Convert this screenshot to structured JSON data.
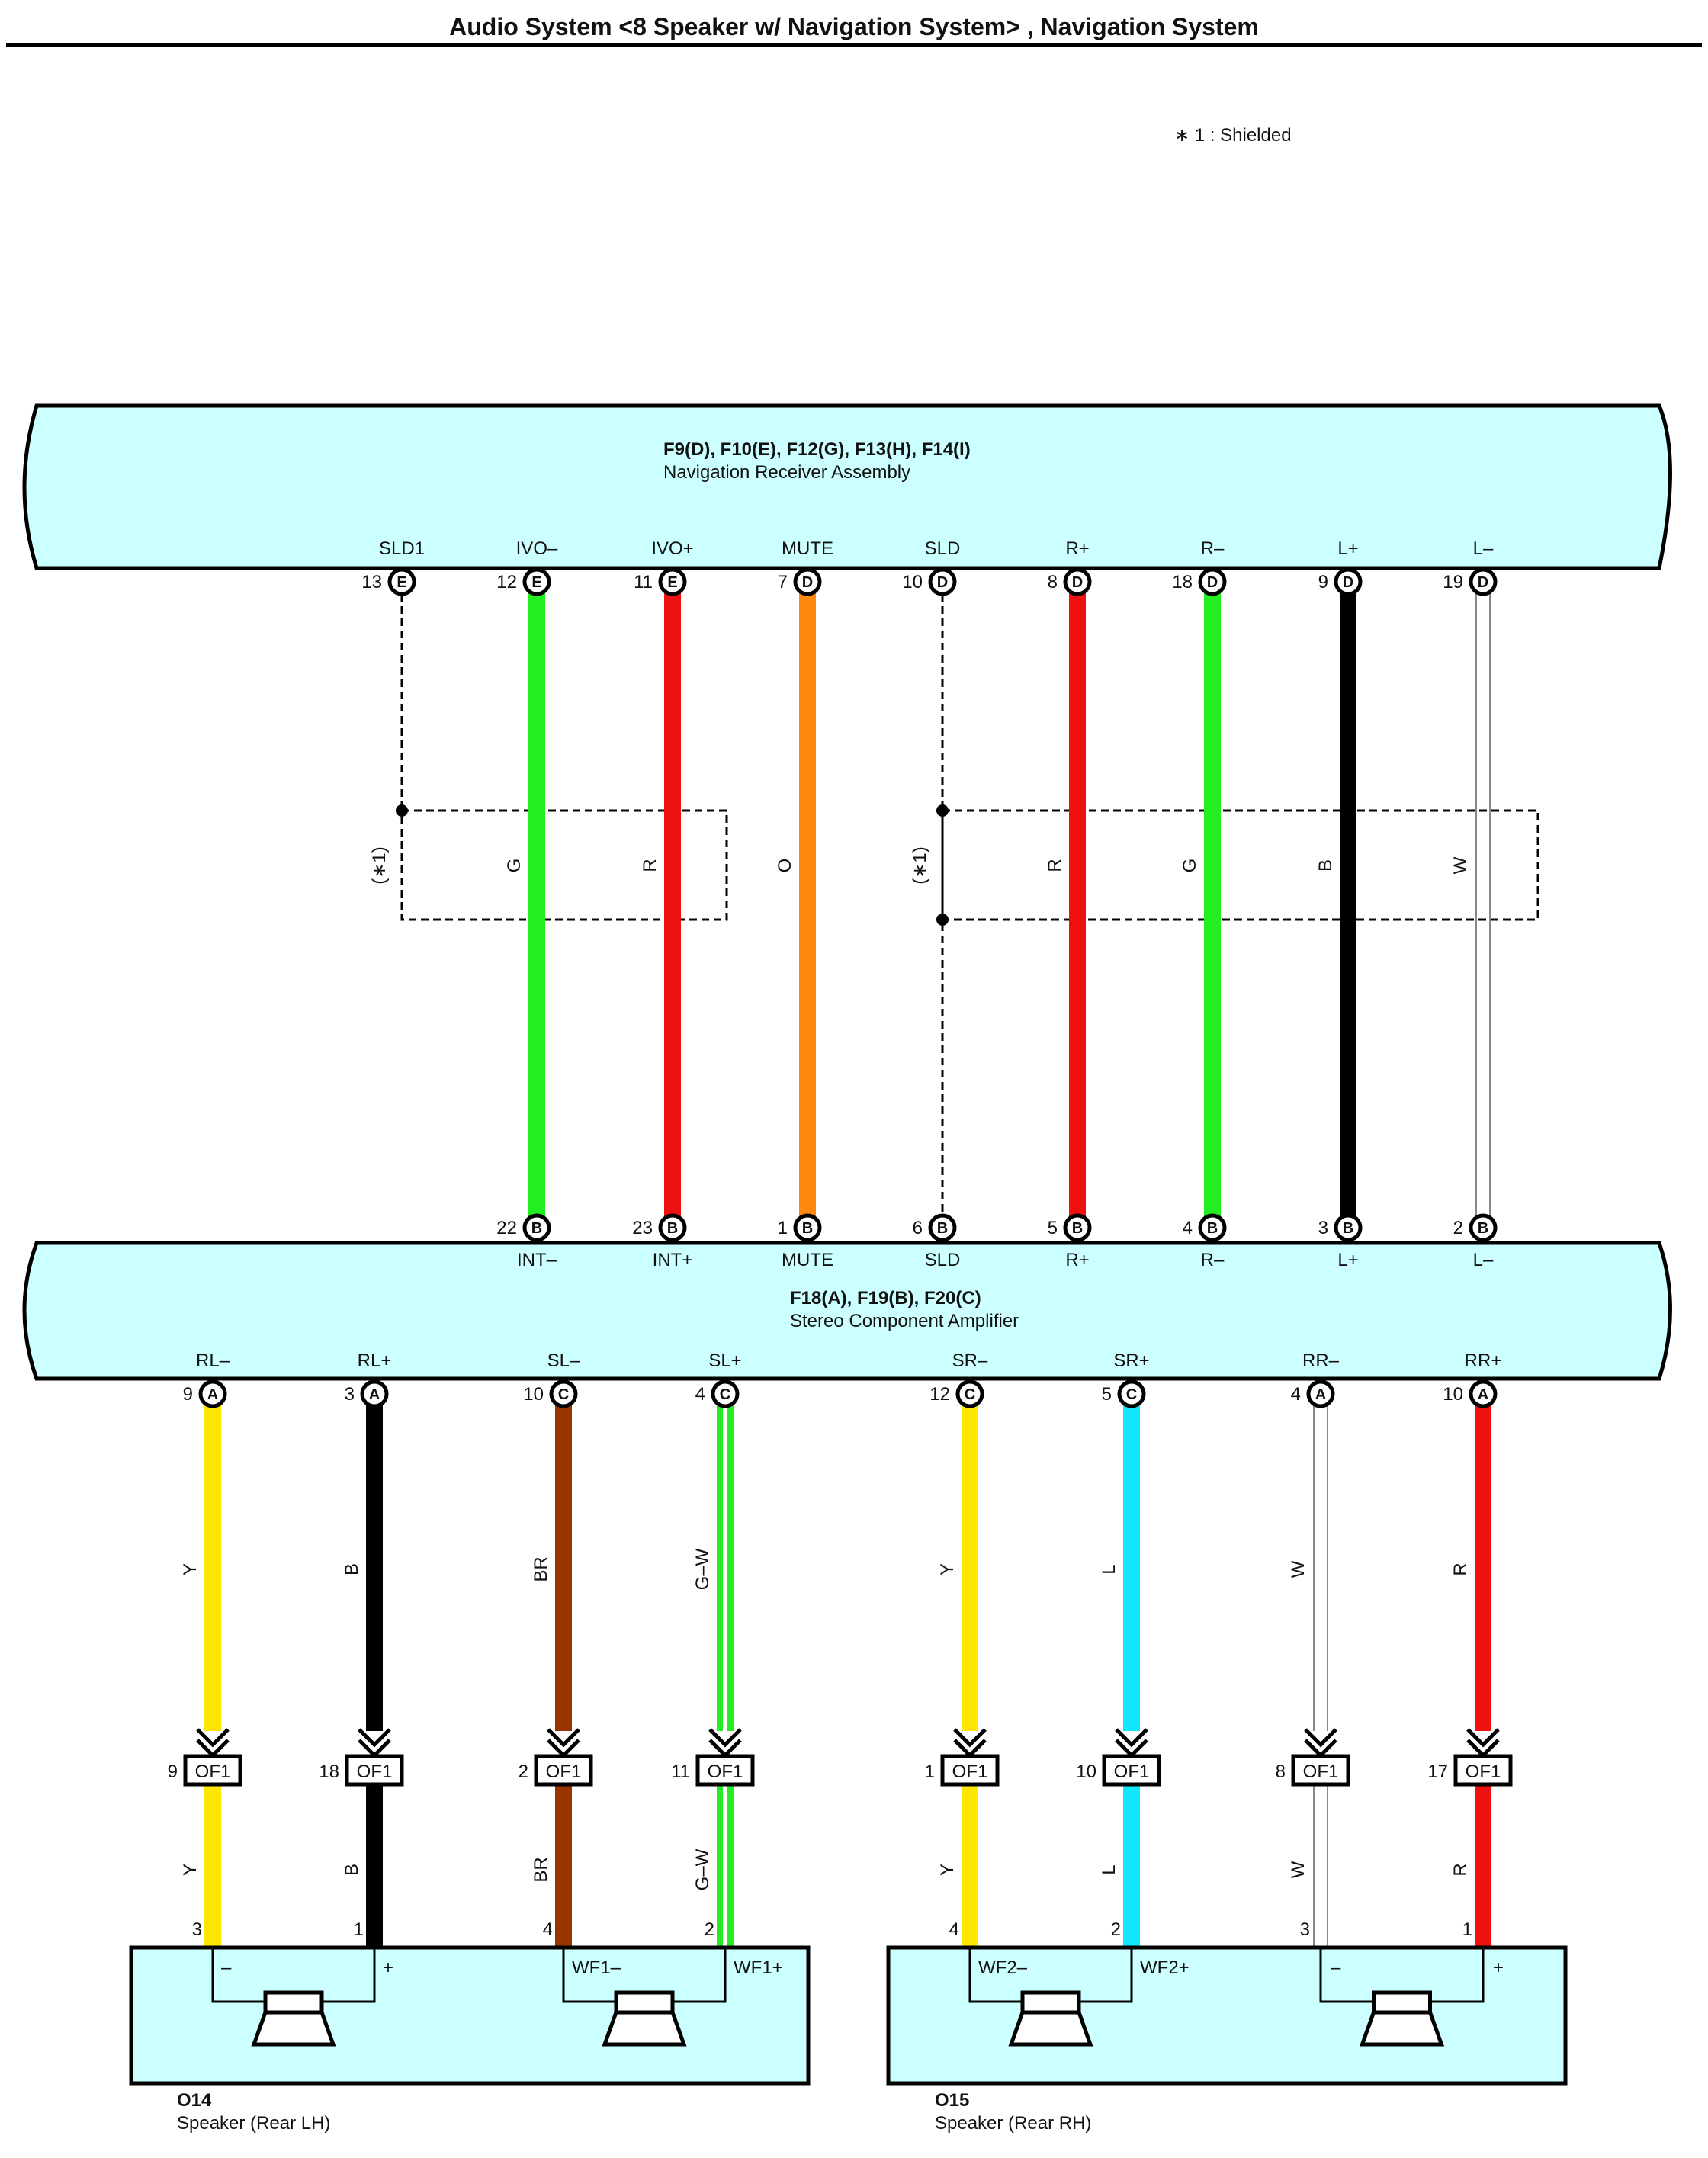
{
  "header": {
    "title": "Audio System <8 Speaker w/ Navigation System> , Navigation System",
    "note": "∗ 1 : Shielded"
  },
  "navigation_receiver": {
    "connectors": "F9(D), F10(E), F12(G), F13(H), F14(I)",
    "name": "Navigation Receiver Assembly",
    "pins": [
      {
        "label": "SLD1",
        "num": "13",
        "conn": "E"
      },
      {
        "label": "IVO–",
        "num": "12",
        "conn": "E"
      },
      {
        "label": "IVO+",
        "num": "11",
        "conn": "E"
      },
      {
        "label": "MUTE",
        "num": "7",
        "conn": "D"
      },
      {
        "label": "SLD",
        "num": "10",
        "conn": "D"
      },
      {
        "label": "R+",
        "num": "8",
        "conn": "D"
      },
      {
        "label": "R–",
        "num": "18",
        "conn": "D"
      },
      {
        "label": "L+",
        "num": "9",
        "conn": "D"
      },
      {
        "label": "L–",
        "num": "19",
        "conn": "D"
      }
    ]
  },
  "upper_wires": [
    {
      "color": "",
      "hex": "",
      "shield": true,
      "note": "(∗1)"
    },
    {
      "color": "G",
      "hex": "#22ee22"
    },
    {
      "color": "R",
      "hex": "#ee1111"
    },
    {
      "color": "O",
      "hex": "#ff8811"
    },
    {
      "color": "",
      "hex": "",
      "shield": true,
      "note": "(∗1)"
    },
    {
      "color": "R",
      "hex": "#ee1111"
    },
    {
      "color": "G",
      "hex": "#22ee22"
    },
    {
      "color": "B",
      "hex": "#000000"
    },
    {
      "color": "W",
      "hex": "#ffffff"
    }
  ],
  "amplifier": {
    "connectors": "F18(A), F19(B), F20(C)",
    "name": "Stereo Component Amplifier",
    "top_pins": [
      {
        "label": "INT–",
        "num": "22",
        "conn": "B"
      },
      {
        "label": "INT+",
        "num": "23",
        "conn": "B"
      },
      {
        "label": "MUTE",
        "num": "1",
        "conn": "B"
      },
      {
        "label": "SLD",
        "num": "6",
        "conn": "B"
      },
      {
        "label": "R+",
        "num": "5",
        "conn": "B"
      },
      {
        "label": "R–",
        "num": "4",
        "conn": "B"
      },
      {
        "label": "L+",
        "num": "3",
        "conn": "B"
      },
      {
        "label": "L–",
        "num": "2",
        "conn": "B"
      }
    ],
    "bottom_pins": [
      {
        "label": "RL–",
        "num": "9",
        "conn": "A"
      },
      {
        "label": "RL+",
        "num": "3",
        "conn": "A"
      },
      {
        "label": "SL–",
        "num": "10",
        "conn": "C"
      },
      {
        "label": "SL+",
        "num": "4",
        "conn": "C"
      },
      {
        "label": "SR–",
        "num": "12",
        "conn": "C"
      },
      {
        "label": "SR+",
        "num": "5",
        "conn": "C"
      },
      {
        "label": "RR–",
        "num": "4",
        "conn": "A"
      },
      {
        "label": "RR+",
        "num": "10",
        "conn": "A"
      }
    ]
  },
  "lower_wires": [
    {
      "color": "Y",
      "hex": "#ffe600",
      "of1": "9",
      "spk_pin": "3"
    },
    {
      "color": "B",
      "hex": "#000000",
      "of1": "18",
      "spk_pin": "1"
    },
    {
      "color": "BR",
      "hex": "#993300",
      "of1": "2",
      "spk_pin": "4"
    },
    {
      "color": "G–W",
      "hex": "#22ee22",
      "stripe": "#ffffff",
      "of1": "11",
      "spk_pin": "2"
    },
    {
      "color": "Y",
      "hex": "#ffe600",
      "of1": "1",
      "spk_pin": "4"
    },
    {
      "color": "L",
      "hex": "#11e6ff",
      "of1": "10",
      "spk_pin": "2"
    },
    {
      "color": "W",
      "hex": "#ffffff",
      "of1": "8",
      "spk_pin": "3"
    },
    {
      "color": "R",
      "hex": "#ee1111",
      "of1": "17",
      "spk_pin": "1"
    }
  ],
  "junction_label": "OF1",
  "speakers": [
    {
      "code": "O14",
      "name": "Speaker (Rear LH)",
      "left_terms": [
        "–",
        "+"
      ],
      "right_terms": [
        "WF1–",
        "WF1+"
      ]
    },
    {
      "code": "O15",
      "name": "Speaker (Rear RH)",
      "left_terms": [
        "WF2–",
        "WF2+"
      ],
      "right_terms": [
        "–",
        "+"
      ]
    }
  ],
  "colors": {
    "component_fill": "#ccffff",
    "outline": "#000000"
  }
}
